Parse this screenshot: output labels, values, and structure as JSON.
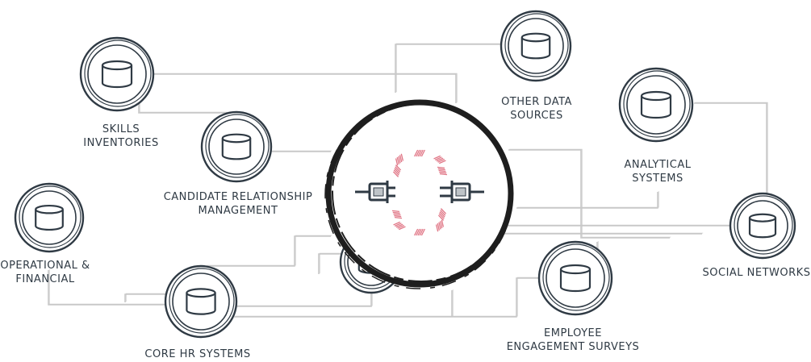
{
  "colors": {
    "ring": "#2f3a44",
    "connector": "#c8c8c8",
    "spark": "#e07585",
    "hub": "#1e1e1e",
    "text": "#2f3a44"
  },
  "hub": {
    "icon": "plug-connect-icon"
  },
  "sources": [
    {
      "id": "skills",
      "label": "SKILLS\nINVENTORIES",
      "icon": "database-icon"
    },
    {
      "id": "crm",
      "label": "CANDIDATE RELATIONSHIP\nMANAGEMENT",
      "icon": "database-icon"
    },
    {
      "id": "other",
      "label": "OTHER DATA\nSOURCES",
      "icon": "database-icon"
    },
    {
      "id": "analytical",
      "label": "ANALYTICAL\nSYSTEMS",
      "icon": "database-icon"
    },
    {
      "id": "operational",
      "label": "OPERATIONAL &\nFINANCIAL",
      "icon": "database-icon"
    },
    {
      "id": "social",
      "label": "SOCIAL NETWORKS",
      "icon": "database-icon"
    },
    {
      "id": "corehr",
      "label": "CORE HR SYSTEMS",
      "icon": "database-icon"
    },
    {
      "id": "engagement",
      "label": "EMPLOYEE\nENGAGEMENT SURVEYS",
      "icon": "database-icon"
    },
    {
      "id": "hidden",
      "label": "",
      "icon": "database-icon"
    }
  ]
}
